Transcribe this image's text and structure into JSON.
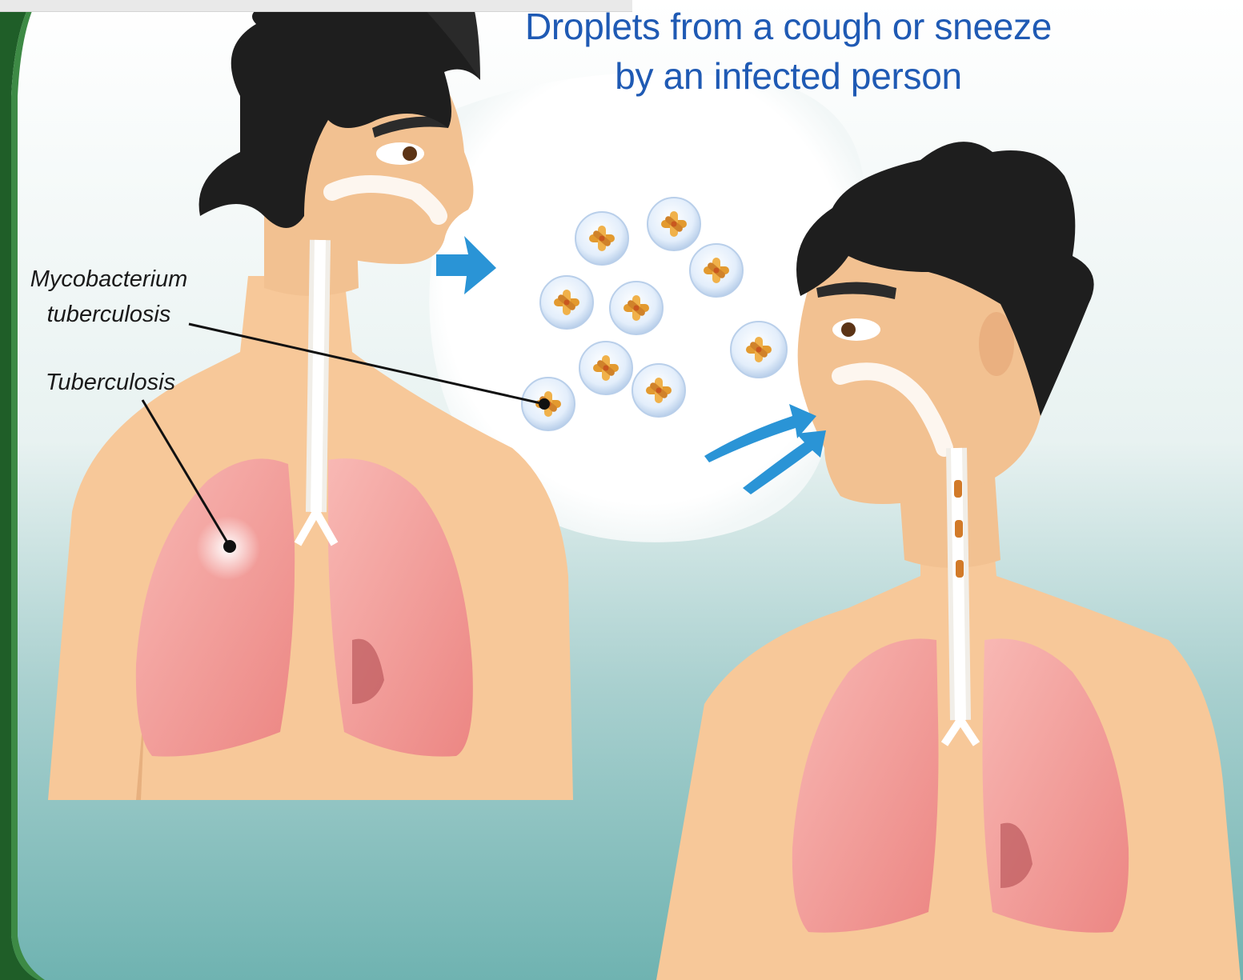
{
  "diagram": {
    "title_line_1": "Droplets from a cough or sneeze",
    "title_line_2": "by an infected person",
    "labels": {
      "bacterium_line_1": "Mycobacterium",
      "bacterium_line_2": "tuberculosis",
      "disease": "Tuberculosis"
    }
  },
  "colors": {
    "title_text": "#1f5ab4",
    "arrows": "#2a94d6",
    "skin": "#f7c899",
    "lungs": "#ef8f8d",
    "hair": "#1e1e1e",
    "frame_green": "#1f5e28",
    "background_teal": "#6fb3b1"
  },
  "icons": [
    "cough-arrow-icon",
    "inhale-arrow-icon",
    "droplet-icon",
    "bacterium-icon"
  ]
}
